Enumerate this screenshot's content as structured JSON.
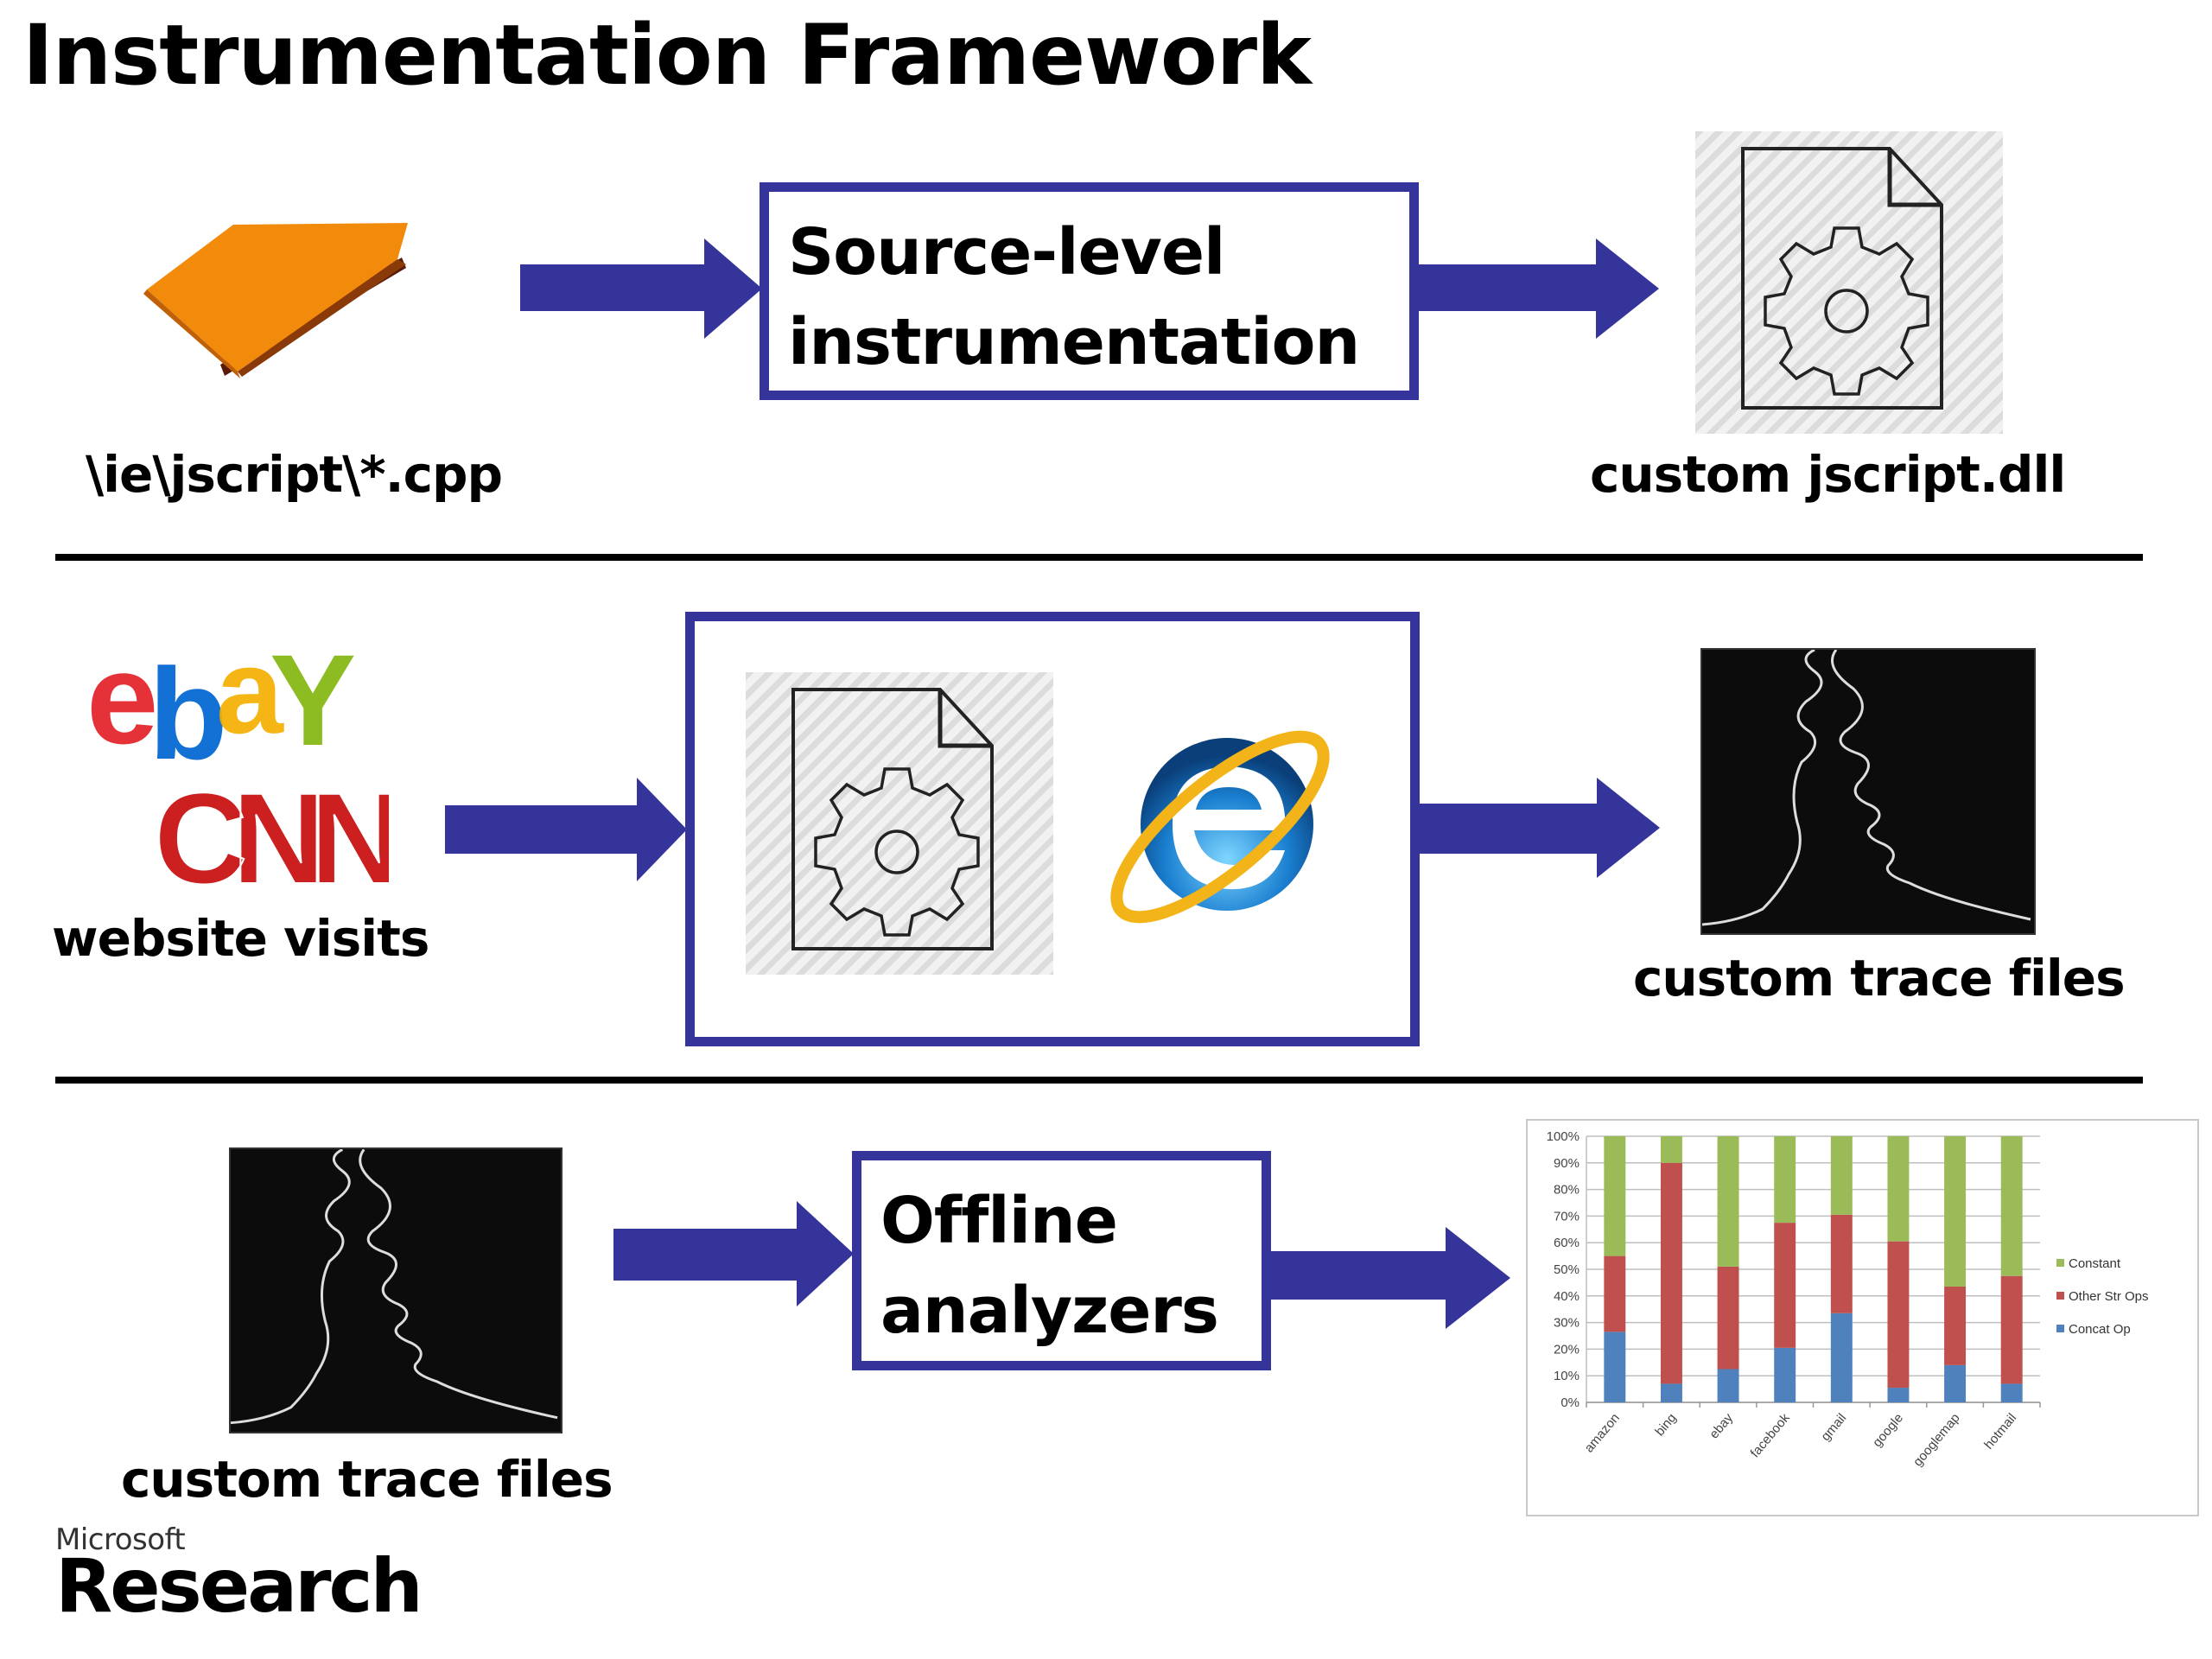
{
  "title": "Instrumentation Framework",
  "row1": {
    "source_label": "\\ie\\jscript\\*.cpp",
    "source_icon": "folder-icon",
    "process_box": [
      "Source-level",
      "instrumentation"
    ],
    "output_label": "custom jscript.dll",
    "output_icon": "gear-document-icon"
  },
  "row2": {
    "input_logos": [
      "ebay",
      "CNN"
    ],
    "input_label": "website visits",
    "process_icons": [
      "gear-document-icon",
      "internet-explorer-icon"
    ],
    "output_label": "custom trace files",
    "output_icon": "trace-image"
  },
  "row3": {
    "input_label": "custom trace files",
    "process_box": [
      "Offline",
      "analyzers"
    ],
    "output": "stacked bar chart"
  },
  "logo": {
    "small": "Microsoft",
    "big": "Research"
  },
  "colors": {
    "arrow": "#34349a",
    "constant": "#9bbb59",
    "other_str_ops": "#c0504d",
    "concat_op": "#4f81bd"
  },
  "chart_data": {
    "type": "bar",
    "stacked": true,
    "percent": true,
    "title": "",
    "xlabel": "",
    "ylabel": "",
    "ylim": [
      0,
      100
    ],
    "yticks": [
      "0%",
      "10%",
      "20%",
      "30%",
      "40%",
      "50%",
      "60%",
      "70%",
      "80%",
      "90%",
      "100%"
    ],
    "grid": true,
    "legend_position": "right",
    "categories": [
      "amazon",
      "bing",
      "ebay",
      "facebook",
      "gmail",
      "google",
      "googlemap",
      "hotmail"
    ],
    "series": [
      {
        "name": "Concat Op",
        "color": "#4f81bd",
        "values": [
          26.5,
          7,
          12.5,
          20.5,
          33.5,
          5.5,
          14,
          7
        ]
      },
      {
        "name": "Other Str Ops",
        "color": "#c0504d",
        "values": [
          28.5,
          83,
          38.5,
          47,
          37,
          55,
          29.5,
          40.5
        ]
      },
      {
        "name": "Constant",
        "color": "#9bbb59",
        "values": [
          45,
          10,
          49,
          32.5,
          29.5,
          39.5,
          56.5,
          52.5
        ]
      }
    ],
    "legend": [
      "Constant",
      "Other Str Ops",
      "Concat Op"
    ]
  }
}
